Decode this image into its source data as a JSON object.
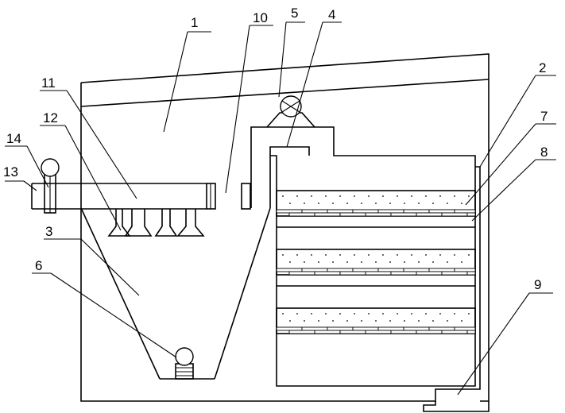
{
  "labels": {
    "l1": "1",
    "l2": "2",
    "l3": "3",
    "l4": "4",
    "l5": "5",
    "l6": "6",
    "l7": "7",
    "l8": "8",
    "l9": "9",
    "l10": "10",
    "l11": "11",
    "l12": "12",
    "l13": "13",
    "l14": "14"
  },
  "media_layers": 3,
  "nozzles": 4,
  "colors": {
    "line": "#000000",
    "background": "#ffffff"
  }
}
